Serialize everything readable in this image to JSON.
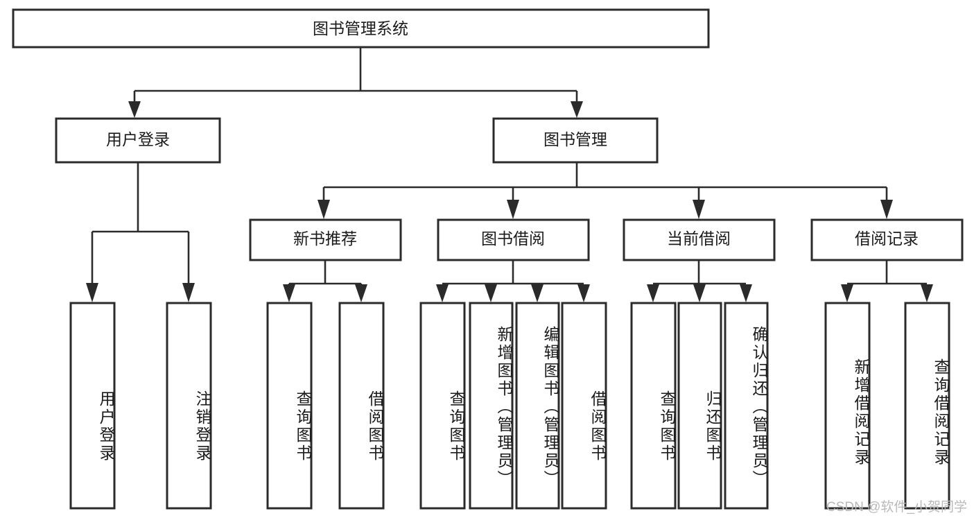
{
  "diagram": {
    "title": "图书管理系统",
    "type": "tree-hierarchy",
    "root": {
      "id": "root",
      "label": "图书管理系统"
    },
    "level2": [
      {
        "id": "user-login",
        "label": "用户登录"
      },
      {
        "id": "book-manage",
        "label": "图书管理"
      }
    ],
    "level3": [
      {
        "id": "new-book-recommend",
        "label": "新书推荐"
      },
      {
        "id": "book-borrow",
        "label": "图书借阅"
      },
      {
        "id": "current-borrow",
        "label": "当前借阅"
      },
      {
        "id": "borrow-record",
        "label": "借阅记录"
      }
    ],
    "leaves": {
      "user_login": [
        {
          "id": "leaf-user-login",
          "label": "用户登录"
        },
        {
          "id": "leaf-logout-login",
          "label": "注销登录"
        }
      ],
      "new_book_recommend": [
        {
          "id": "leaf-query-book-1",
          "label": "查询图书"
        },
        {
          "id": "leaf-borrow-book-1",
          "label": "借阅图书"
        }
      ],
      "book_borrow": [
        {
          "id": "leaf-query-book-2",
          "label": "查询图书"
        },
        {
          "id": "leaf-add-book",
          "label": "新增图书（管理员）"
        },
        {
          "id": "leaf-edit-book",
          "label": "编辑图书（管理员）"
        },
        {
          "id": "leaf-borrow-book-2",
          "label": "借阅图书"
        }
      ],
      "current_borrow": [
        {
          "id": "leaf-query-book-3",
          "label": "查询图书"
        },
        {
          "id": "leaf-return-book",
          "label": "归还图书"
        },
        {
          "id": "leaf-confirm-return",
          "label": "确认归还（管理员）"
        }
      ],
      "borrow_record": [
        {
          "id": "leaf-add-record",
          "label": "新增借阅记录"
        },
        {
          "id": "leaf-query-record",
          "label": "查询借阅记录"
        }
      ]
    },
    "colors": {
      "stroke": "#2b2b2b",
      "fill": "#ffffff",
      "text": "#1a1a1a",
      "watermark": "#b9b9b9"
    }
  },
  "watermark": {
    "text": "CSDN @软件_小贺同学"
  }
}
